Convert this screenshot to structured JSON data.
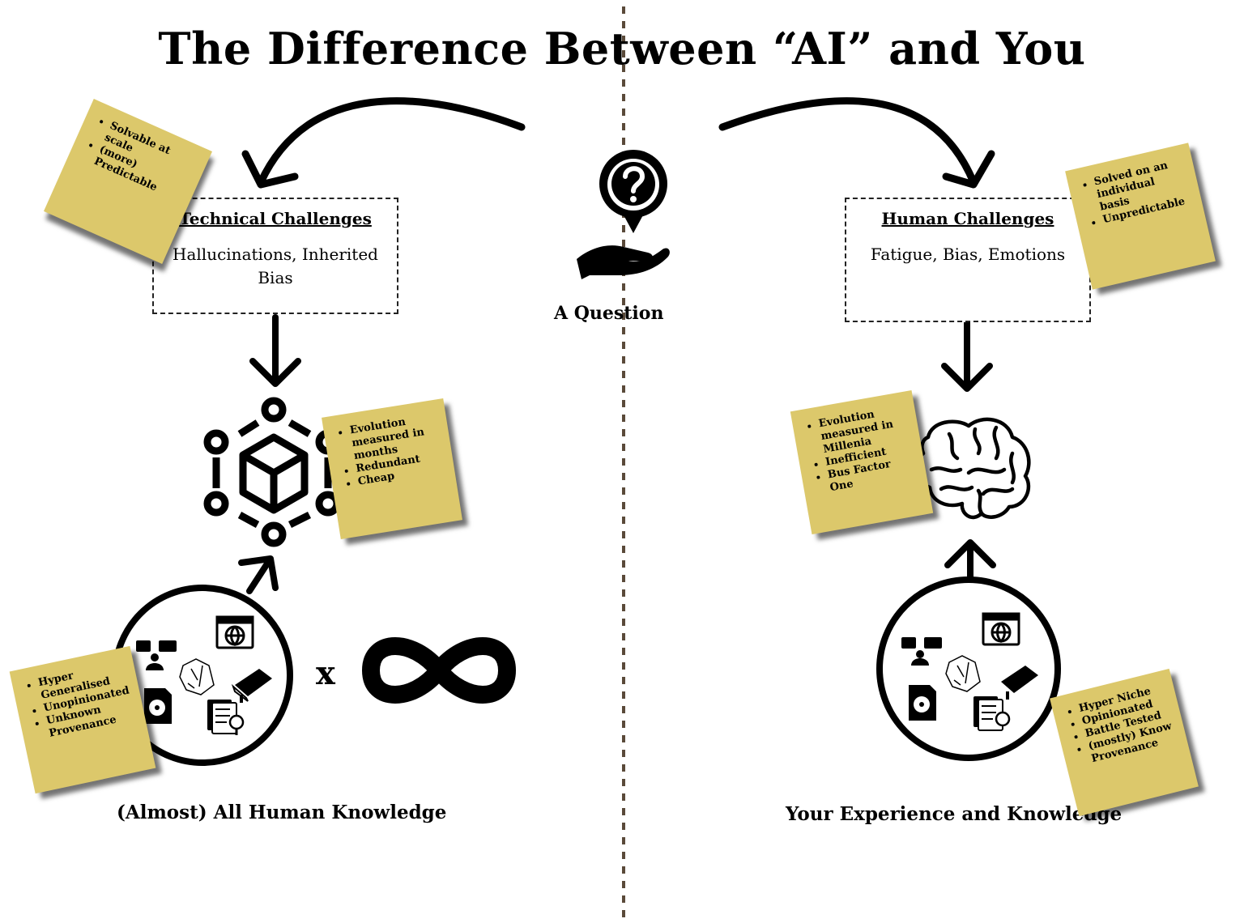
{
  "title": "The Difference Between “AI” and You",
  "center": {
    "label": "A Question"
  },
  "left": {
    "box_title": "Technical Challenges",
    "box_text": "Hallucinations, Inherited Bias",
    "caption": "(Almost) All Human Knowledge",
    "multiplier": "x",
    "note_challenges": [
      "Solvable at scale",
      "(more) Predictable"
    ],
    "note_model": [
      "Evolution measured in months",
      "Redundant",
      "Cheap"
    ],
    "note_knowledge": [
      "Hyper Generalised",
      "Unopinionated",
      "Unknown Provenance"
    ]
  },
  "right": {
    "box_title": "Human Challenges",
    "box_text": "Fatigue, Bias, Emotions",
    "caption": "Your Experience and Knowledge",
    "note_challenges": [
      "Solved on an individual basis",
      "Unpredictable"
    ],
    "note_brain": [
      "Evolution measured in Millenia",
      "Inefficient",
      "Bus Factor One"
    ],
    "note_knowledge": [
      "Hyper Niche",
      "Opinionated",
      "Battle Tested",
      "(mostly) Know Provenance"
    ]
  },
  "colors": {
    "note": "#dcc86b",
    "divider": "#5a4a3a",
    "ink": "#000000"
  },
  "icons": [
    "question-bubble-icon",
    "open-hand-icon",
    "network-cube-icon",
    "brain-icon",
    "infinity-icon",
    "translate-icon",
    "globe-window-icon",
    "map-icon",
    "book-icon",
    "disc-file-icon",
    "document-search-icon"
  ]
}
